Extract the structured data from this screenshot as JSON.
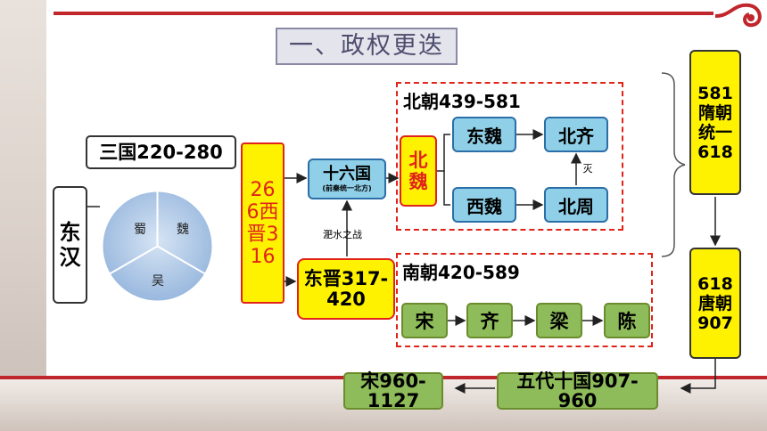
{
  "title": "一、政权更迭",
  "dong_han": "东汉",
  "san_guo": "三国220-280",
  "san_guo_states": [
    "蜀",
    "魏",
    "吴"
  ],
  "xi_jin": "266西晋316",
  "dong_jin": "东晋317-420",
  "shiliu_guo": {
    "name": "十六国",
    "note": "(前秦统一北方)"
  },
  "feishui": "淝水之战",
  "north": {
    "label": "北朝439-581",
    "bei_wei": "北魏",
    "dong_wei": "东魏",
    "bei_qi": "北齐",
    "xi_wei": "西魏",
    "bei_zhou": "北周",
    "mie": "灭"
  },
  "south": {
    "label": "南朝420-589",
    "dynasties": [
      "宋",
      "齐",
      "梁",
      "陈"
    ]
  },
  "sui": "581隋朝统一618",
  "tang": "618唐朝907",
  "wudai": "五代十国907-960",
  "song": "宋960-1127",
  "colors": {
    "red": "#e0241a",
    "yellow": "#fff200",
    "blue": "#8fd0e8",
    "green": "#8fbc5a",
    "pie": "#a9c5e6"
  }
}
